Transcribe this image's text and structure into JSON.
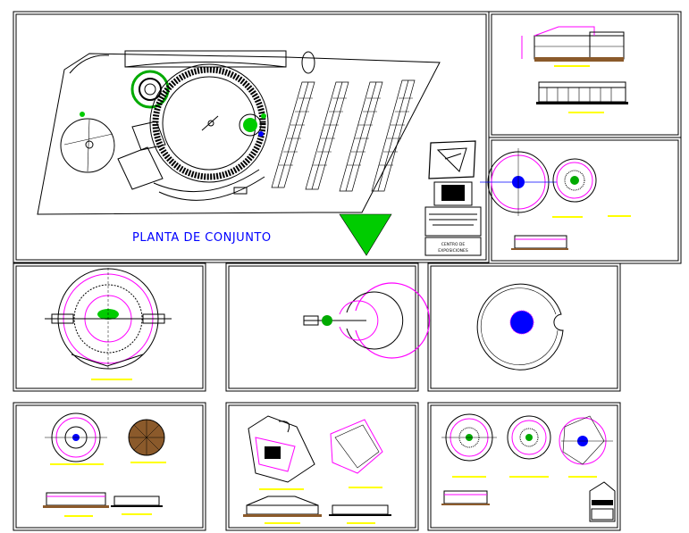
{
  "main_plan": {
    "title": "PLANTA DE CONJUNTO"
  },
  "logo": {
    "lines": [
      "CENTRO DE",
      "EXPOSICIONES"
    ]
  },
  "colors": {
    "background": "#ffffff",
    "border": "#000000",
    "accent_magenta": "#ff00ff",
    "accent_blue": "#0000ff",
    "accent_green": "#00cc00",
    "accent_yellow": "#ffff00",
    "accent_cyan": "#00bfbf",
    "accent_brown": "#8b5a2b"
  }
}
